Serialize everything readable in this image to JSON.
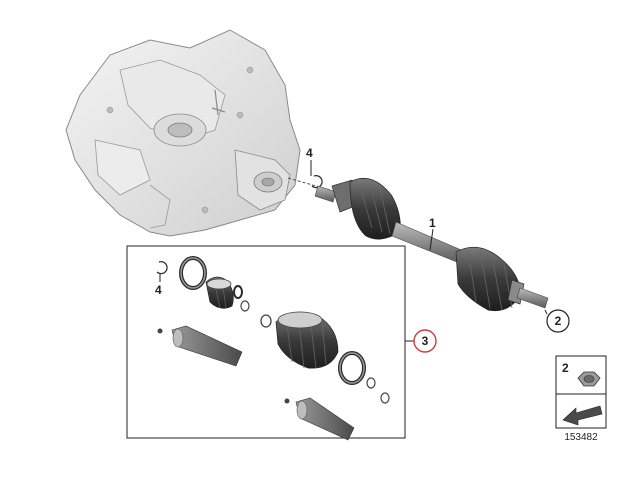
{
  "diagram": {
    "callouts": {
      "axle": "1",
      "nut": "2",
      "repair_kit": "3",
      "circlip_top": "4",
      "circlip_kit": "4"
    },
    "legend": {
      "item_number": "2",
      "reference_number": "153482"
    },
    "colors": {
      "highlight_circle": "#d23a3a",
      "part_dark": "#3a3a3a",
      "part_light": "#e6e6e6",
      "line": "#222222"
    },
    "icons": [
      "gearbox-housing",
      "drive-shaft",
      "cv-boot",
      "clamp-band",
      "circlip",
      "lock-nut",
      "hand-tool",
      "arrow-indicator"
    ]
  }
}
